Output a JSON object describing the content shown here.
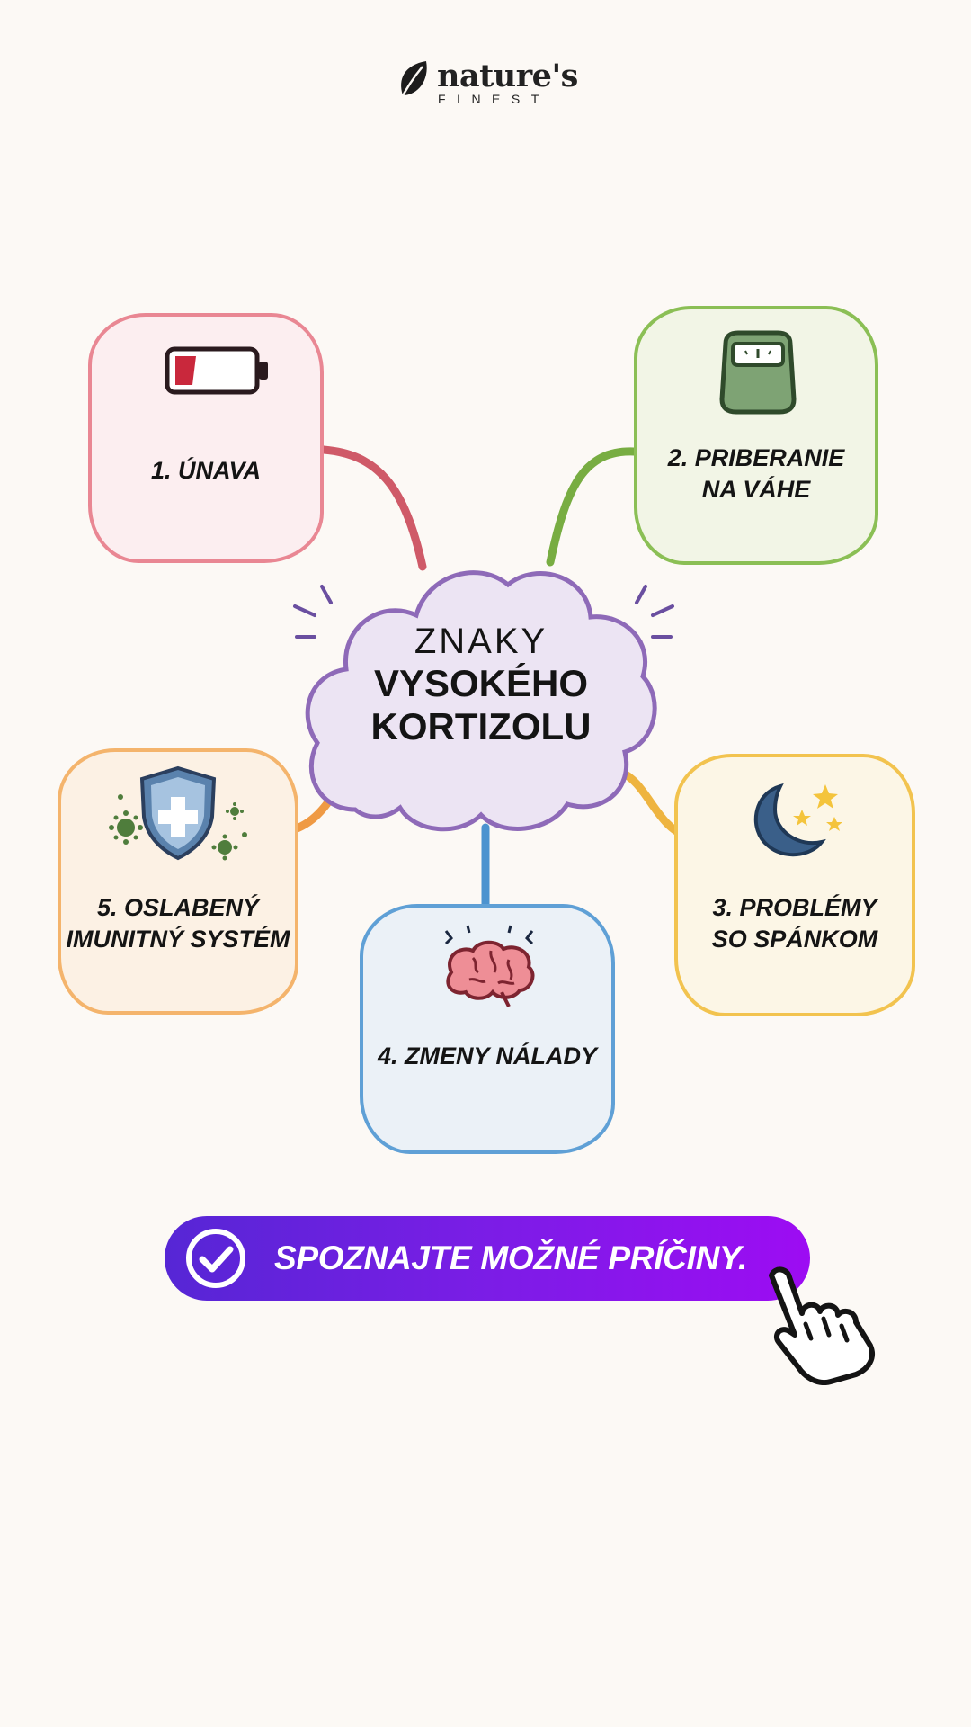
{
  "brand": {
    "name": "nature's",
    "sub": "FINEST"
  },
  "center": {
    "line1": "ZNAKY",
    "line2": "VYSOKÉHO",
    "line3": "KORTIZOLU",
    "fill": "#ece4f3",
    "stroke": "#8e6ab8"
  },
  "cards": [
    {
      "id": "unava",
      "label": "1. ÚNAVA",
      "icon": "battery-low-icon",
      "fill": "#fceef0",
      "stroke": "#e98793"
    },
    {
      "id": "priberanie",
      "label": "2. PRIBERANIE\nNA VÁHE",
      "icon": "scale-icon",
      "fill": "#f2f5e6",
      "stroke": "#8bbf55"
    },
    {
      "id": "spanok",
      "label": "3. PROBLÉMY\nSO SPÁNKOM",
      "icon": "moon-stars-icon",
      "fill": "#fcf6e6",
      "stroke": "#f2c34f"
    },
    {
      "id": "nalada",
      "label": "4. ZMENY NÁLADY",
      "icon": "brain-icon",
      "fill": "#ebf1f7",
      "stroke": "#5fa0d6"
    },
    {
      "id": "imunita",
      "label": "5. OSLABENÝ\nIMUNITNÝ SYSTÉM",
      "icon": "shield-virus-icon",
      "fill": "#fcf1e4",
      "stroke": "#f4b46c"
    }
  ],
  "colors": {
    "link_unava": "#cf5a68",
    "link_priberanie": "#78ad42",
    "link_spanok": "#eeb440",
    "link_nalada": "#4c93cf",
    "link_imunita": "#ef9a44"
  },
  "cta": {
    "label": "SPOZNAJTE MOŽNÉ PRÍČINY.",
    "icon": "check-circle-icon",
    "pointer_icon": "hand-pointer-icon"
  }
}
